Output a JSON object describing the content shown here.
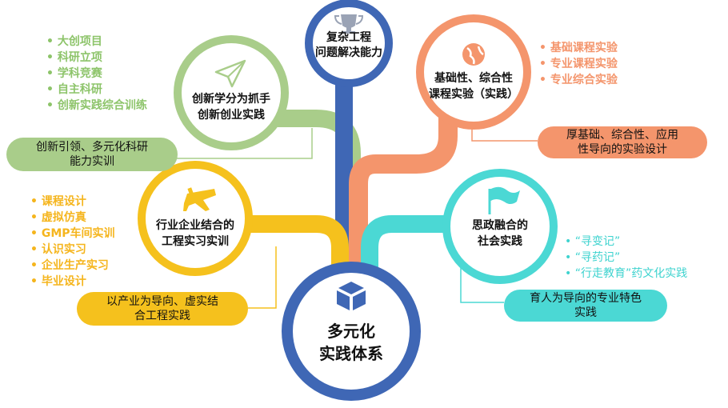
{
  "colors": {
    "navy": "#3f67b5",
    "green": "#a9cd8a",
    "orange": "#f4956c",
    "gold": "#f5c11d",
    "teal": "#4bd8d4"
  },
  "center": {
    "line1": "多元化",
    "line2": "实践体系",
    "icon": "cube-icon"
  },
  "top": {
    "line1": "复杂工程",
    "line2": "问题解决能力",
    "icon": "trophy-icon"
  },
  "innovation": {
    "line1": "创新学分为抓手",
    "line2": "创新创业实践",
    "icon": "paper-plane-icon",
    "bullets": [
      "大创项目",
      "科研立项",
      "学科竞赛",
      "自主科研",
      "创新实践综合训练"
    ],
    "pill_line1": "创新引领、多元化科研",
    "pill_line2": "能力实训"
  },
  "basic": {
    "line1": "基础性、综合性",
    "line2": "课程实验（实践）",
    "icon": "globe-icon",
    "bullets": [
      "基础课程实验",
      "专业课程实验",
      "专业综合实验"
    ],
    "pill_line1": "厚基础、综合性、应用",
    "pill_line2": "性导向的实验设计"
  },
  "industry": {
    "line1": "行业企业结合的",
    "line2": "工程实习实训",
    "icon": "airplane-icon",
    "bullets": [
      "课程设计",
      "虚拟仿真",
      "GMP车间实训",
      "认识实习",
      "企业生产实习",
      "毕业设计"
    ],
    "pill_line1": "以产业为导向、虚实结",
    "pill_line2": "合工程实践"
  },
  "ideology": {
    "line1": "思政融合的",
    "line2": "社会实践",
    "icon": "flag-icon",
    "bullets": [
      "“寻变记”",
      "“寻药记”",
      "“行走教育”药文化实践"
    ],
    "pill_line1": "育人为导向的专业特色",
    "pill_line2": "实践"
  }
}
